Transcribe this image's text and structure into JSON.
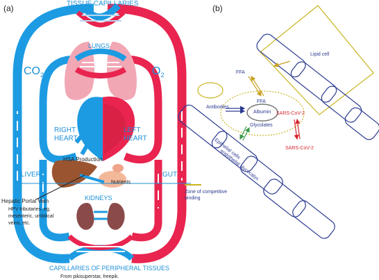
{
  "panel_a": {
    "label": "(a)",
    "tissue_capillaries": "TISSUE CAPILLARIES",
    "lungs": "LUNGS",
    "co2": {
      "main": "CO",
      "sub": "2"
    },
    "o2": {
      "main": "O",
      "sub": "2"
    },
    "right_heart": [
      "RIGHT",
      "HEART"
    ],
    "left_heart": [
      "LEFT",
      "HEART"
    ],
    "hsa_production": "HSA Production",
    "liver": "LIVER",
    "gut": "GUT",
    "nutrients": "Nutrients",
    "kidneys": "KIDNEYS",
    "hepatic_portal_vein": "Hepatic Portal Vein",
    "hpv_note": [
      "HPV tributaries. eg,",
      "mesenteric, umbilical",
      "veins, etc."
    ],
    "capillaries_peripheral": "CAPILLARIES OF PERIPHERAL TISSUES",
    "credit": "From pikisuperstar, freepik.",
    "colors": {
      "venous": "#1d9be2",
      "arterial": "#e8244f",
      "lung": "#f2a7b5",
      "liver": "#9a5530",
      "kidney": "#8b4a4a",
      "gut": "#f3b89a",
      "text_blue": "#1d8fd6"
    }
  },
  "panel_b": {
    "label": "(b)",
    "lipid_cell": "Lipid cell",
    "ffa_outer": "FFA",
    "antibodies": "Antibodies",
    "ffa_inner": "FFA",
    "albumin": "Albumin",
    "glycolates": "Glycolates",
    "sars_inner": "SARS-CoV-2",
    "sars_outer": "SARS-CoV-2",
    "endothelial_glycocalyx": "endothelial glycocalyx",
    "epithelial_cells": "Epithelial cells",
    "legend": [
      "Zone of competitive",
      "binding"
    ],
    "colors": {
      "cell_outline": "#2b3a8f",
      "lipid_outline": "#c8b420",
      "sars": "#d6262e",
      "green_arrow": "#3a9a4a",
      "zone": "#c8b420"
    }
  }
}
